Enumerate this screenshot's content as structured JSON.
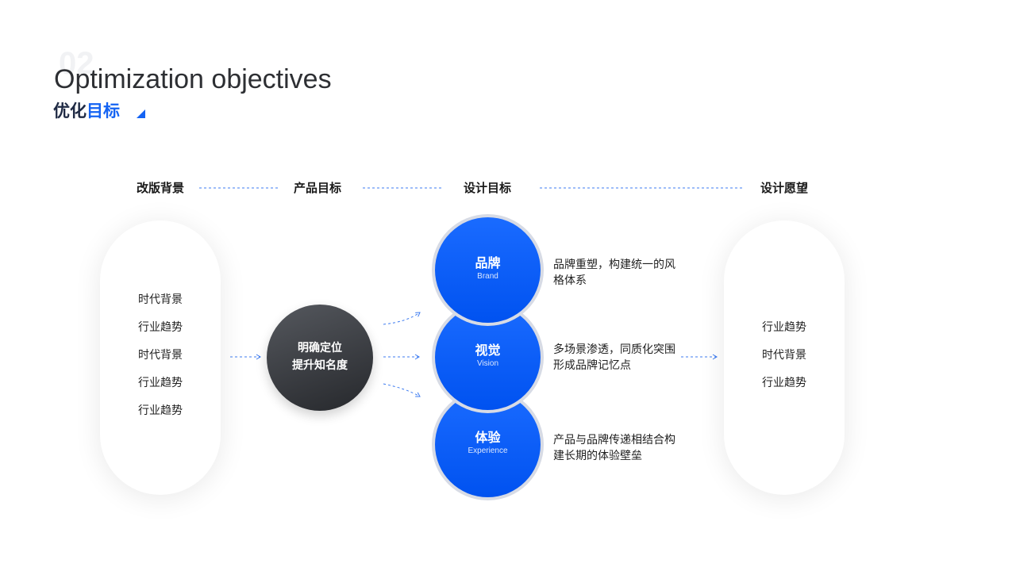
{
  "header": {
    "section_number": "02",
    "title_en": "Optimization objectives",
    "title_cn_part1": "优化",
    "title_cn_part2": "目标"
  },
  "steps": [
    "改版背景",
    "产品目标",
    "设计目标",
    "设计愿望"
  ],
  "background_items": [
    "时代背景",
    "行业趋势",
    "时代背景",
    "行业趋势",
    "行业趋势"
  ],
  "product_goal": {
    "line1": "明确定位",
    "line2": "提升知名度"
  },
  "design_goals": [
    {
      "cn": "品牌",
      "en": "Brand",
      "desc": "品牌重塑，构建统一的风格体系"
    },
    {
      "cn": "视觉",
      "en": "Vision",
      "desc": "多场景渗透，同质化突围形成品牌记忆点"
    },
    {
      "cn": "体验",
      "en": "Experience",
      "desc": "产品与品牌传递相结合构建长期的体验壁垒"
    }
  ],
  "wish_items": [
    "行业趋势",
    "时代背景",
    "行业趋势"
  ],
  "colors": {
    "accent": "#1463f3",
    "dark": "#2d2f33",
    "circle_blue": "#0a5cff"
  }
}
